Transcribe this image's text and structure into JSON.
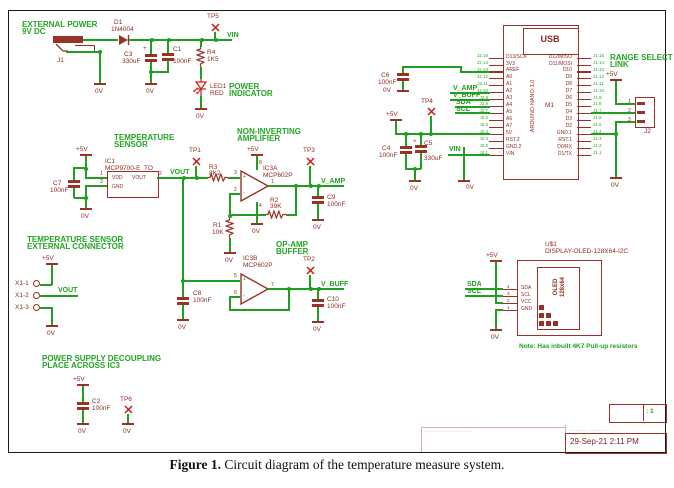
{
  "caption": {
    "prefix": "Figure 1.",
    "text": " Circuit diagram of the temperature measure system."
  },
  "colors": {
    "wire_green": "#1f9e1f",
    "label_green": "#22a622",
    "component_maroon": "#993127",
    "accent_red": "#cc1a10",
    "frame_black": "#1a1a1a"
  },
  "net": {
    "gnd": "0V",
    "p5": "+5V",
    "vin": "VIN",
    "vout": "VOUT",
    "vamp": "V_AMP",
    "vbuff": "V_BUFF",
    "sda": "SDA",
    "scl": "SCL",
    "plus": "+",
    "minus": "-"
  },
  "sections": {
    "external_power": {
      "l1": "EXTERNAL POWER",
      "l2": "9V DC"
    },
    "power_indicator": {
      "l1": "POWER",
      "l2": "INDICATOR"
    },
    "temp_sensor": {
      "l1": "TEMPERATURE",
      "l2": "SENSOR"
    },
    "non_inverting": {
      "l1": "NON-INVERTING",
      "l2": "AMPLIFIER"
    },
    "opamp_buffer": {
      "l1": "OP-AMP",
      "l2": "BUFFER"
    },
    "ext_connector": {
      "l1": "TEMPERATURE SENSOR",
      "l2": "EXTERNAL CONNECTOR"
    },
    "decoupling": {
      "l1": "POWER SUPPLY DECOUPLING",
      "l2": "PLACE ACROSS IC3"
    },
    "range_select": {
      "l1": "RANGE SELECT",
      "l2": "LINK"
    },
    "oled_note": "Note: Has inbuilt 4K7 Pull-up resistors"
  },
  "parts": {
    "j1": {
      "ref": "J1"
    },
    "d1": {
      "ref": "D1",
      "val": "1N4004"
    },
    "c1": {
      "ref": "C1",
      "val": "100nF"
    },
    "c2": {
      "ref": "C2",
      "val": "100nF"
    },
    "c3": {
      "ref": "C3",
      "val": "330uF"
    },
    "c4": {
      "ref": "C4",
      "val": "100nF"
    },
    "c5": {
      "ref": "C5",
      "val": "330uF"
    },
    "c6": {
      "ref": "C6",
      "val": "100nF"
    },
    "c7": {
      "ref": "C7",
      "val": "100nF"
    },
    "c8": {
      "ref": "C8",
      "val": "100nF"
    },
    "c9": {
      "ref": "C9",
      "val": "100nF"
    },
    "c10": {
      "ref": "C10",
      "val": "100nF"
    },
    "r1": {
      "ref": "R1",
      "val": "10K"
    },
    "r2": {
      "ref": "R2",
      "val": "39K"
    },
    "r3": {
      "ref": "R3",
      "val": "8K2"
    },
    "r4": {
      "ref": "R4",
      "val": "1K5"
    },
    "led1": {
      "ref": "LED1",
      "val": "RED"
    },
    "ic1": {
      "ref": "IC1",
      "val": "MCP9700-E_TO",
      "vdd": "VDD",
      "gndp": "GND",
      "voutp": "VOUT",
      "p1": "1",
      "p2": "2",
      "p3": "3"
    },
    "ic3a": {
      "ref": "IC3A",
      "val": "MCP602P",
      "p1": "1",
      "p2": "2",
      "p3": "3",
      "p8": "8",
      "p4": "4"
    },
    "ic3b": {
      "ref": "IC3B",
      "val": "MCP602P",
      "p5": "5",
      "p6": "6",
      "p7": "7"
    },
    "x1": {
      "p1": "X1-1",
      "p2": "X1-2",
      "p3": "X1-3"
    },
    "j2": {
      "ref": "J2",
      "p1": "1",
      "p2": "2",
      "p3": "3"
    },
    "u1": {
      "ref": "U$1",
      "val": "DISPLAY-OLED-128X64-I2C",
      "screen1": "OLED",
      "screen2": "128x64",
      "pins": [
        {
          "num": "4",
          "name": "SDA"
        },
        {
          "num": "3",
          "name": "SCL"
        },
        {
          "num": "2",
          "name": "VCC"
        },
        {
          "num": "1",
          "name": "GND"
        }
      ]
    }
  },
  "tp": {
    "tp1": "TP1",
    "tp2": "TP2",
    "tp3": "TP3",
    "tp4": "TP4",
    "tp5": "TP5",
    "tp6": "TP6"
  },
  "arduino": {
    "usb": "USB",
    "vertical": "ARDUINO-NANO-3.0",
    "ref": "M1",
    "left_pins": [
      {
        "pin": "J2.15",
        "name": "D13/SCK"
      },
      {
        "pin": "J2.14",
        "name": "3V3"
      },
      {
        "pin": "J2.13",
        "name": "AREF"
      },
      {
        "pin": "J2.12",
        "name": "A0"
      },
      {
        "pin": "J2.11",
        "name": "A1"
      },
      {
        "pin": "J2.10",
        "name": "A2"
      },
      {
        "pin": "J2.9",
        "name": "A3"
      },
      {
        "pin": "J2.8",
        "name": "A4"
      },
      {
        "pin": "J2.7",
        "name": "A5"
      },
      {
        "pin": "J2.6",
        "name": "A6"
      },
      {
        "pin": "J2.5",
        "name": "A7"
      },
      {
        "pin": "J2.4",
        "name": "5V"
      },
      {
        "pin": "J2.3",
        "name": "RST.2"
      },
      {
        "pin": "J2.2",
        "name": "GND.2"
      },
      {
        "pin": "J2.1",
        "name": "VIN"
      }
    ],
    "right_pins": [
      {
        "pin": "J1.15",
        "name": "D12/MISO"
      },
      {
        "pin": "J1.14",
        "name": "D11/MOSI"
      },
      {
        "pin": "J1.13",
        "name": "D10"
      },
      {
        "pin": "J1.12",
        "name": "D9"
      },
      {
        "pin": "J1.11",
        "name": "D8"
      },
      {
        "pin": "J1.10",
        "name": "D7"
      },
      {
        "pin": "J1.9",
        "name": "D6"
      },
      {
        "pin": "J1.8",
        "name": "D5"
      },
      {
        "pin": "J1.7",
        "name": "D4"
      },
      {
        "pin": "J1.6",
        "name": "D3"
      },
      {
        "pin": "J1.5",
        "name": "D2"
      },
      {
        "pin": "J1.4",
        "name": "GND.1"
      },
      {
        "pin": "J1.3",
        "name": "RST.1"
      },
      {
        "pin": "J1.2",
        "name": "D0/RX"
      },
      {
        "pin": "J1.1",
        "name": "D1/TX"
      }
    ]
  },
  "titleblock": {
    "sheet_partial": ": 1",
    "date": "29-Sep-21 2:11 PM",
    "faint_left": "— –– ——— ––– ——",
    "faint_right": "–– ––— ——— ––"
  }
}
